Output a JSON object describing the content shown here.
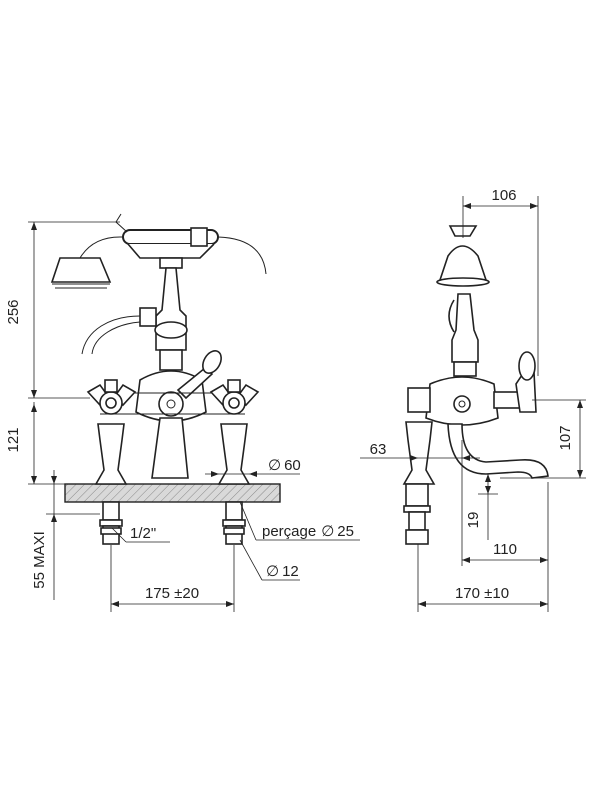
{
  "dimensions": {
    "height_total": "256",
    "height_lower": "121",
    "deck_max": "55 MAXI",
    "thread": "1/2\"",
    "center_spacing": "175 ±20",
    "pipe_diameter": "12",
    "base_diameter": "60",
    "drilling_label": "perçage",
    "drilling_diameter": "25",
    "side_top_width": "106",
    "side_height": "107",
    "side_63": "63",
    "side_19": "19",
    "side_110": "110",
    "side_170": "170 ±10"
  },
  "symbols": {
    "diameter": "∅"
  }
}
